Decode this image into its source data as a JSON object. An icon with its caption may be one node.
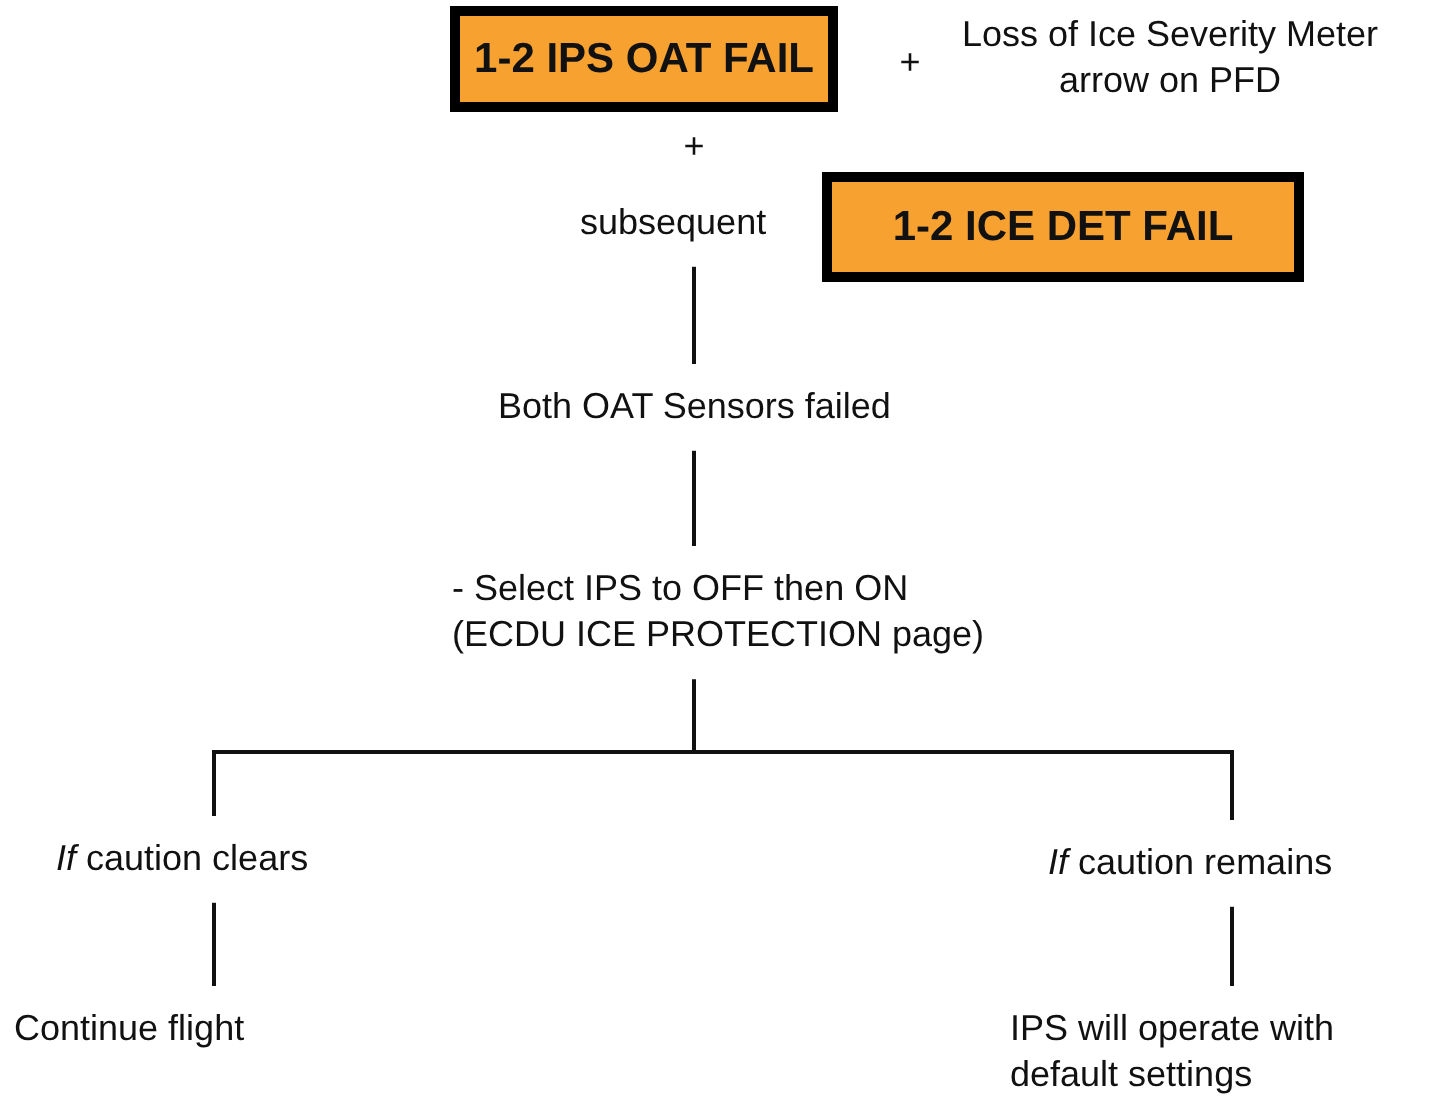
{
  "diagram": {
    "nodes": [
      {
        "text": [
          "1-2 IPS OAT FAIL"
        ]
      },
      {
        "text": [
          "1-2 ICE DET FAIL"
        ]
      },
      {
        "text": [
          "subsequent"
        ]
      },
      {
        "text": [
          "Both OAT Sensors failed"
        ]
      },
      {
        "text": [
          "- Select IPS to OFF then ON (ECDU ICE PROTECTION page)"
        ]
      },
      {
        "text": [
          "*If* caution clears"
        ]
      },
      {
        "text": [
          "*If* caution remains"
        ]
      },
      {
        "text": [
          "Continue flight"
        ]
      },
      {
        "text": [
          "IPS will operate with default settings"
        ]
      }
    ],
    "edges": [
      {
        "from": 2,
        "to": 3,
        "arrow": "none"
      },
      {
        "from": 3,
        "to": 4,
        "arrow": "none"
      },
      {
        "from": 4,
        "to": 5,
        "arrow": "none"
      },
      {
        "from": 4,
        "to": 6,
        "arrow": "none"
      },
      {
        "from": 5,
        "to": 7,
        "arrow": "none"
      },
      {
        "from": 6,
        "to": 8,
        "arrow": "none"
      }
    ],
    "labels": [
      "+",
      "Loss of Ice Severity Meter arrow on PFD",
      "+"
    ]
  }
}
